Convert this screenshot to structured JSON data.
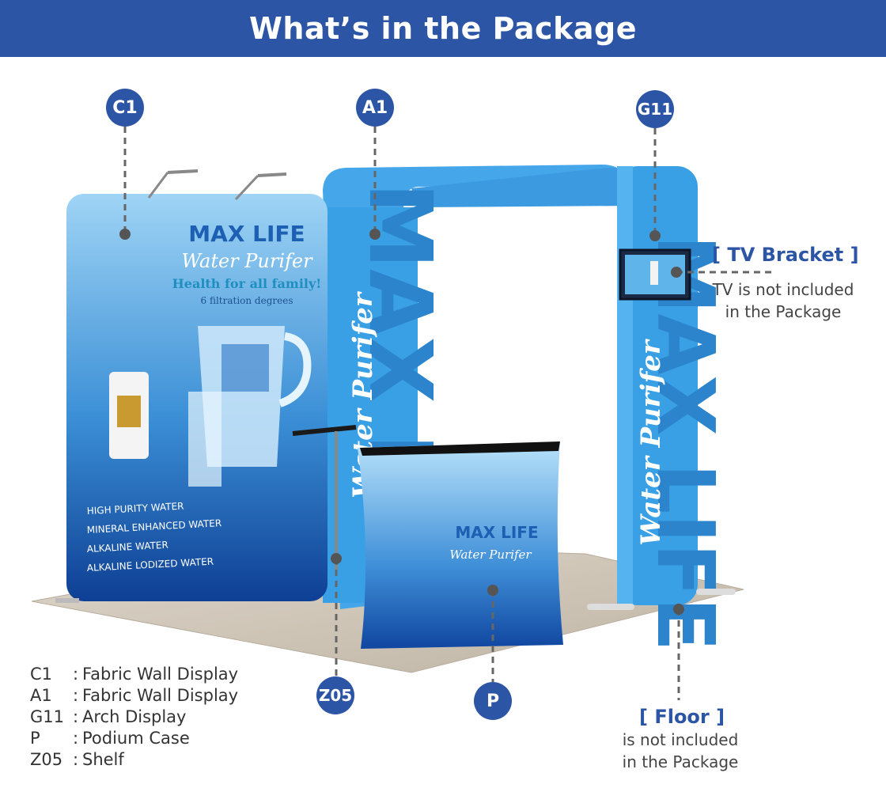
{
  "header": {
    "title": "What’s in the Package"
  },
  "markers": {
    "c1": "C1",
    "a1": "A1",
    "g11": "G11",
    "z05": "Z05",
    "p": "P"
  },
  "tv_note": {
    "title": "[ TV Bracket ]",
    "line1": "TV is not included",
    "line2": "in the Package"
  },
  "floor_note": {
    "title": "[ Floor ]",
    "line1": "is not included",
    "line2": "in the Package"
  },
  "legend": [
    {
      "code": "C1",
      "sep": ":",
      "label": "Fabric Wall Display"
    },
    {
      "code": "A1",
      "sep": ":",
      "label": "Fabric Wall Display"
    },
    {
      "code": "G11",
      "sep": ":",
      "label": "Arch Display"
    },
    {
      "code": "P",
      "sep": ":",
      "label": "Podium Case"
    },
    {
      "code": "Z05",
      "sep": ":",
      "label": "Shelf"
    }
  ],
  "booth_graphic": {
    "brand": "MAX LIFE",
    "product": "Water Purifer",
    "tagline": "Health for all family!",
    "subtagline": "6 filtration degrees",
    "features": [
      "HIGH PURITY WATER",
      "MINERAL ENHANCED WATER",
      "ALKALINE WATER",
      "ALKALINE LODIZED WATER"
    ],
    "vertical_brand": "MAX LIFE",
    "vertical_product": "Water Purifer"
  },
  "colors": {
    "primary": "#2c55a5",
    "booth_blue": "#3aa0e6",
    "floor": "#cfc6b8"
  }
}
